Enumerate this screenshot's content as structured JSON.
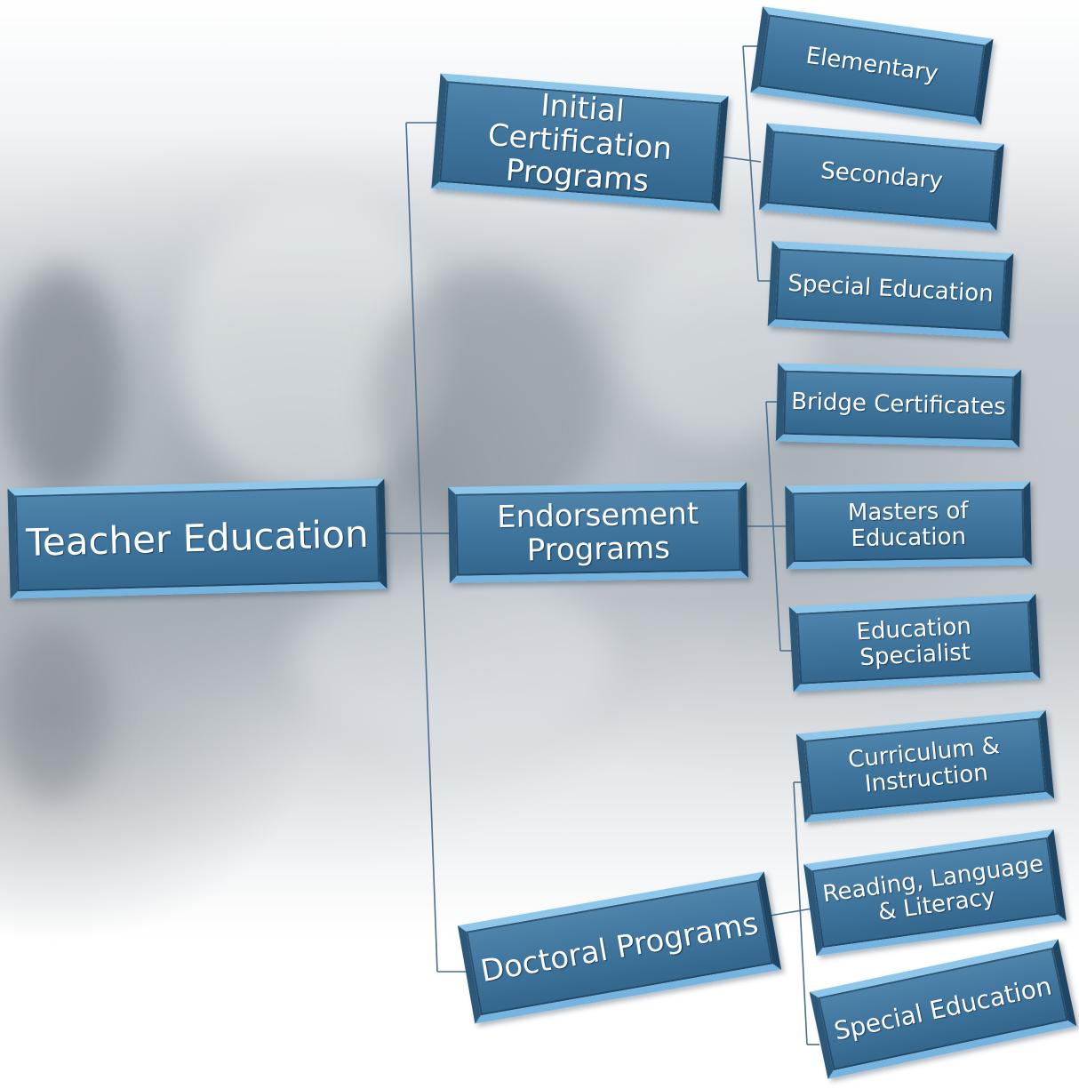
{
  "diagram": {
    "root": {
      "label": "Teacher Education"
    },
    "programs": [
      {
        "label": "Initial Certification\nPrograms",
        "children": [
          "Elementary",
          "Secondary",
          "Special Education"
        ]
      },
      {
        "label": "Endorsement\nPrograms",
        "children": [
          "Bridge Certificates",
          "Masters of\nEducation",
          "Education\nSpecialist"
        ]
      },
      {
        "label": "Doctoral Programs",
        "children": [
          "Curriculum &\nInstruction",
          "Reading, Language\n& Literacy",
          "Special Education"
        ]
      }
    ]
  },
  "colors": {
    "box_face": "#3f759d",
    "box_highlight": "#8fc7ea",
    "box_dark": "#1f4562",
    "connector": "#4a6f8a"
  }
}
